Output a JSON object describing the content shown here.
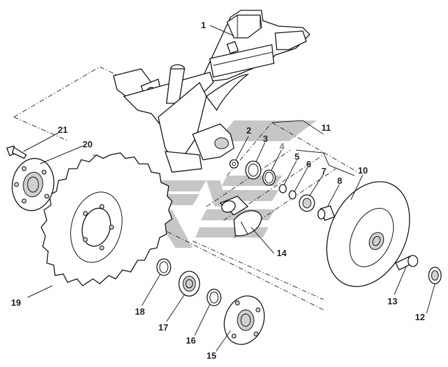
{
  "diagram": {
    "callouts": [
      {
        "id": "1",
        "label": "1"
      },
      {
        "id": "2",
        "label": "2"
      },
      {
        "id": "3",
        "label": "3"
      },
      {
        "id": "4",
        "label": "4",
        "muted": true
      },
      {
        "id": "5",
        "label": "5"
      },
      {
        "id": "6",
        "label": "6"
      },
      {
        "id": "7",
        "label": "7"
      },
      {
        "id": "8",
        "label": "8"
      },
      {
        "id": "10",
        "label": "10"
      },
      {
        "id": "11",
        "label": "11"
      },
      {
        "id": "12",
        "label": "12"
      },
      {
        "id": "13",
        "label": "13"
      },
      {
        "id": "14",
        "label": "14"
      },
      {
        "id": "15",
        "label": "15"
      },
      {
        "id": "16",
        "label": "16"
      },
      {
        "id": "17",
        "label": "17"
      },
      {
        "id": "18",
        "label": "18"
      },
      {
        "id": "19",
        "label": "19"
      },
      {
        "id": "20",
        "label": "20"
      },
      {
        "id": "21",
        "label": "21"
      }
    ],
    "colors": {
      "line": "#111111",
      "watermark": "#c6c6c6",
      "muted_label": "#808080"
    }
  }
}
